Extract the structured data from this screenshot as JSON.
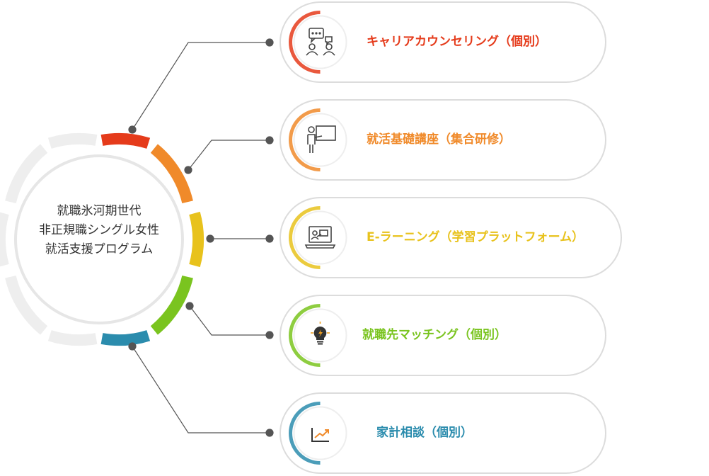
{
  "hub": {
    "line1": "就職氷河期世代",
    "line2": "非正規職シングル女性",
    "line3": "就活支援プログラム"
  },
  "items": [
    {
      "label": "キャリアカウンセリング（個別）",
      "color": "#e53b1b",
      "icon": "counseling-icon"
    },
    {
      "label": "就活基礎講座（集合研修）",
      "color": "#f08a2a",
      "icon": "lecture-icon"
    },
    {
      "label": "E-ラーニング（学習プラットフォーム）",
      "color": "#e8c21c",
      "icon": "e-learning-icon"
    },
    {
      "label": "就職先マッチング（個別）",
      "color": "#7ac41f",
      "icon": "lightbulb-icon"
    },
    {
      "label": "家計相談（個別）",
      "color": "#2b8cad",
      "icon": "chart-growth-icon"
    }
  ],
  "ring_colors": {
    "inactive": "#eeeeee",
    "connector": "#555555",
    "card_border": "#dcdcdc"
  }
}
